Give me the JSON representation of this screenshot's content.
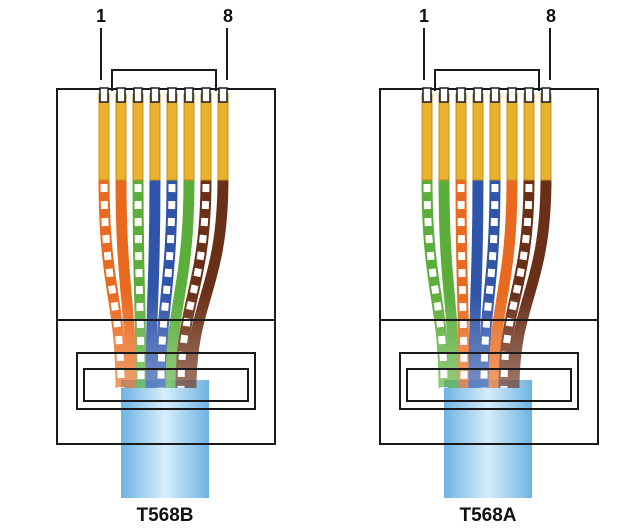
{
  "colors": {
    "gold": "#E8B12E",
    "gold_dark": "#C98F18",
    "orange": "#E96A1F",
    "green": "#5BAE3A",
    "blue": "#2F54A8",
    "brown": "#6A2F17",
    "outline": "#1a1a1a",
    "cable_light": "#D6EEFB",
    "cable_mid": "#9FD0F2",
    "cable_dark": "#6FB3E3"
  },
  "connectors": [
    {
      "standard": "T568B",
      "pin_first_label": "1",
      "pin_last_label": "8",
      "wires": [
        {
          "color": "orange",
          "striped": true
        },
        {
          "color": "orange",
          "striped": false
        },
        {
          "color": "green",
          "striped": true
        },
        {
          "color": "blue",
          "striped": false
        },
        {
          "color": "blue",
          "striped": true
        },
        {
          "color": "green",
          "striped": false
        },
        {
          "color": "brown",
          "striped": true
        },
        {
          "color": "brown",
          "striped": false
        }
      ]
    },
    {
      "standard": "T568A",
      "pin_first_label": "1",
      "pin_last_label": "8",
      "wires": [
        {
          "color": "green",
          "striped": true
        },
        {
          "color": "green",
          "striped": false
        },
        {
          "color": "orange",
          "striped": true
        },
        {
          "color": "blue",
          "striped": false
        },
        {
          "color": "blue",
          "striped": true
        },
        {
          "color": "orange",
          "striped": false
        },
        {
          "color": "brown",
          "striped": true
        },
        {
          "color": "brown",
          "striped": false
        }
      ]
    }
  ]
}
